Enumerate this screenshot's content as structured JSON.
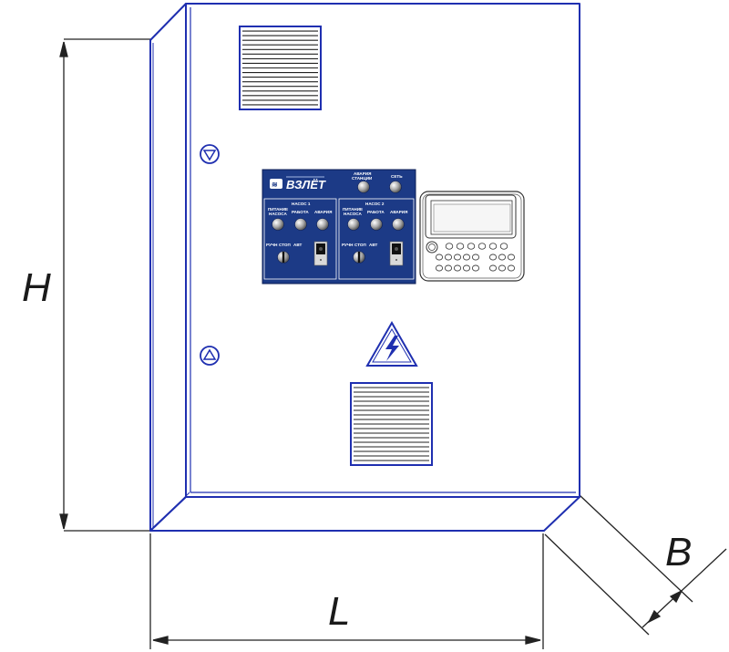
{
  "dimensions": {
    "height_label": "H",
    "length_label": "L",
    "depth_label": "B"
  },
  "panel": {
    "brand_name": "ВЗЛЁТ",
    "station_fault_label_line1": "АВАРИЯ",
    "station_fault_label_line2": "СТАНЦИИ",
    "network_label": "СЕТЬ",
    "pump1_header": "НАСОС 1",
    "pump2_header": "НАСОС 2",
    "power_label_line1": "ПИТАНИЕ",
    "power_label_line2": "НАСОСА",
    "work_label": "РАБОТА",
    "fault_label": "АВАРИЯ",
    "mode_manual_label": "РУЧН",
    "mode_stop_label": "СТОП",
    "mode_auto_label": "АВТ"
  },
  "colors": {
    "outline": "#1f2fb0",
    "panel_blue": "#1c3a86",
    "dim_line": "#222222"
  },
  "icons": {
    "top_lock": "triangle-down-lock-icon",
    "bottom_lock": "triangle-up-lock-icon",
    "warning": "high-voltage-warning-icon"
  }
}
